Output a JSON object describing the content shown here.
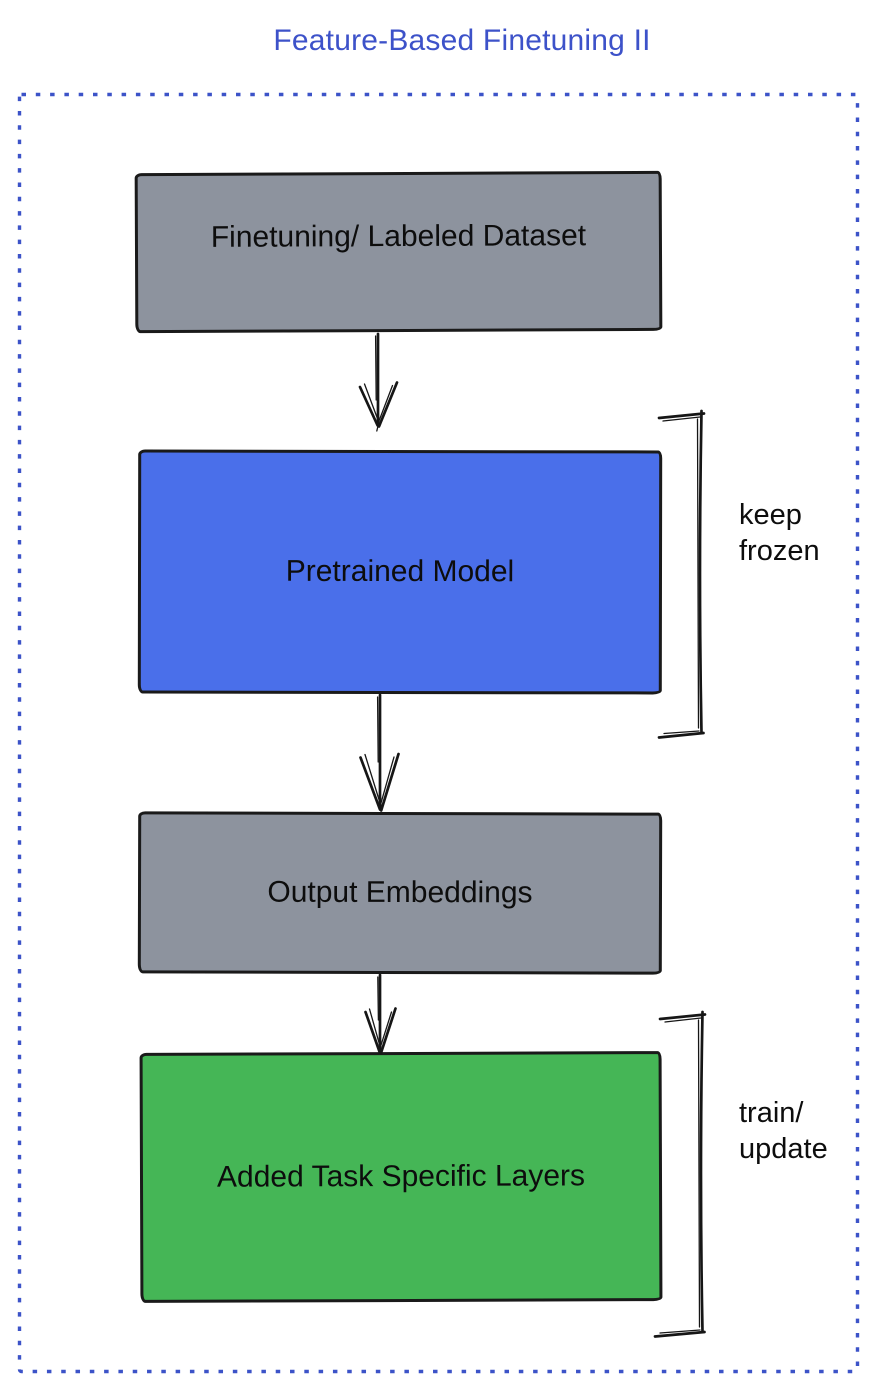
{
  "title": "Feature-Based Finetuning II",
  "colors": {
    "title_blue": "#3D52C9",
    "dotted_border_blue": "#3C53C8",
    "box_gray": "#8D939E",
    "box_blue": "#4A6FEA",
    "box_green": "#45B656",
    "sketch_stroke_black": "#161616",
    "label_black": "#0D0D0D"
  },
  "boxes": [
    {
      "id": "finetuning-dataset",
      "label": "Finetuning/ Labeled Dataset",
      "fill": "#8D939E"
    },
    {
      "id": "pretrained-model",
      "label": "Pretrained Model",
      "fill": "#4A6FEA"
    },
    {
      "id": "output-embeddings",
      "label": "Output Embeddings",
      "fill": "#8D939E"
    },
    {
      "id": "task-specific-layers",
      "label": "Added Task Specific Layers",
      "fill": "#45B656"
    }
  ],
  "brackets": [
    {
      "attached_to": "pretrained-model",
      "line1": "keep",
      "line2": "frozen"
    },
    {
      "attached_to": "task-specific-layers",
      "line1": "train/",
      "line2": "update"
    }
  ],
  "edges": [
    {
      "from": "finetuning-dataset",
      "to": "pretrained-model"
    },
    {
      "from": "pretrained-model",
      "to": "output-embeddings"
    },
    {
      "from": "output-embeddings",
      "to": "task-specific-layers"
    }
  ]
}
